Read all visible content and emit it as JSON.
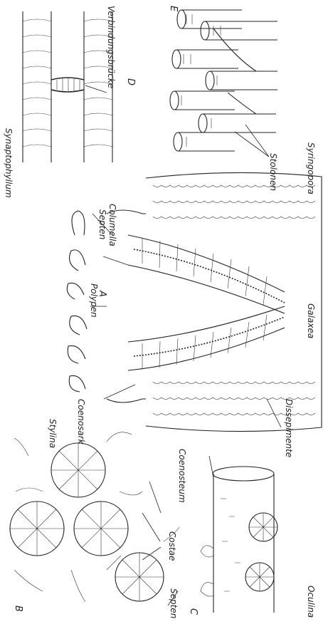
{
  "figure": {
    "panels": {
      "A": {
        "letter": "A",
        "genus": "Galaxea",
        "labels": {
          "polypen": "Polypen",
          "septen": "Septen",
          "columella": "Columella",
          "coenosark": "Coenosark",
          "dissepimente": "Dissepimente",
          "coenosteum": "Coenosteum"
        }
      },
      "B": {
        "letter": "B",
        "genus": "Stylina",
        "labels": {
          "costae": "Costae",
          "septen": "Septen"
        }
      },
      "C": {
        "letter": "C",
        "genus": "Oculina"
      },
      "D": {
        "letter": "D",
        "genus": "Synaptophyllum",
        "labels": {
          "bridge": "Verbindungsbrücke"
        }
      },
      "E": {
        "letter": "E",
        "genus": "Syringopora",
        "labels": {
          "stolonen": "Stolonen"
        }
      }
    }
  }
}
